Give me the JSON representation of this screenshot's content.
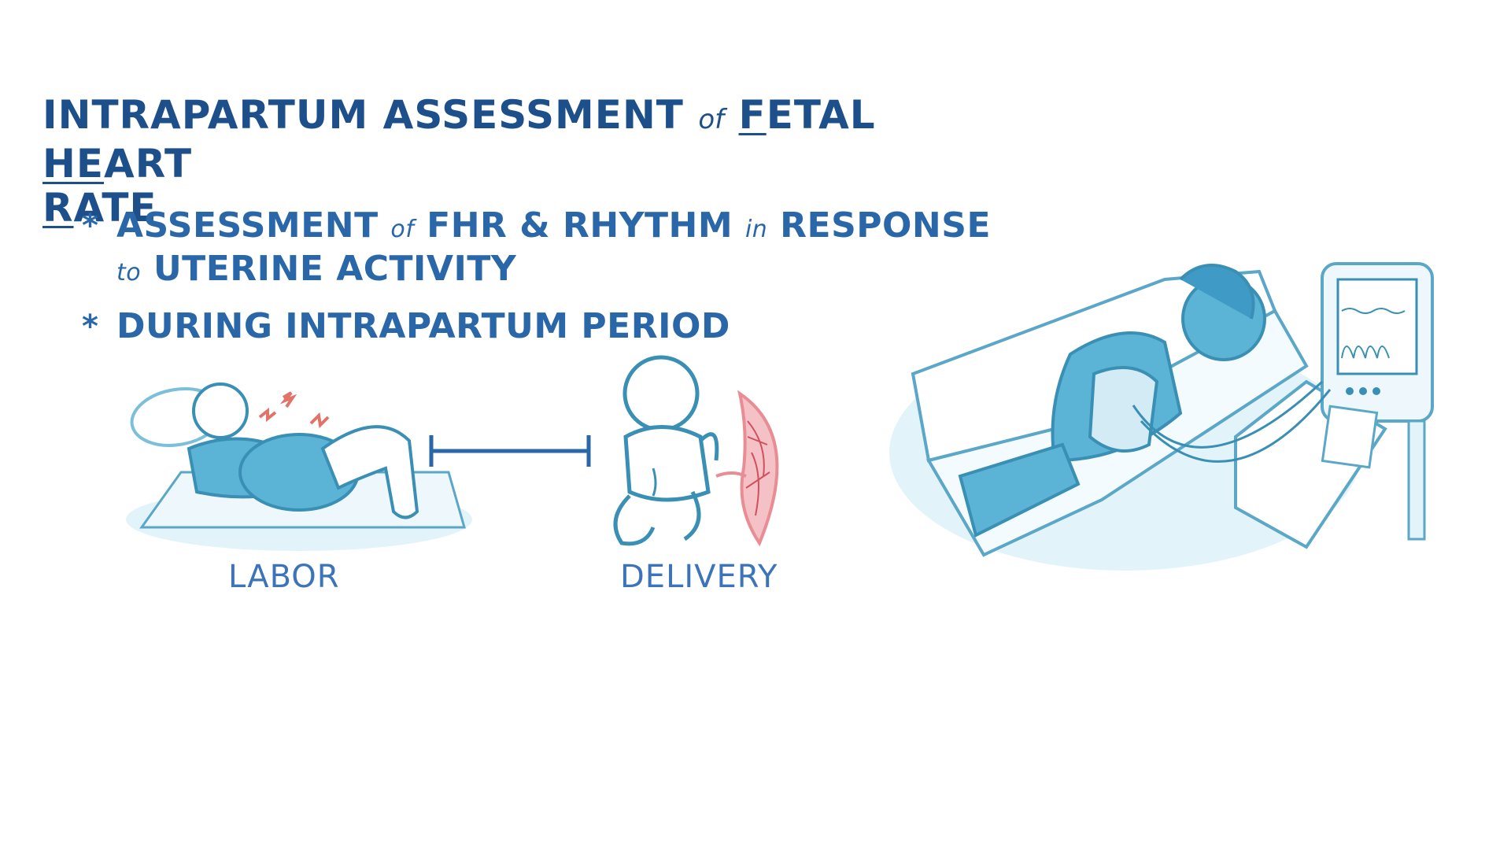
{
  "title": {
    "line1_a": "INTRAPARTUM ASSESSMENT",
    "line1_of": "of",
    "line1_f": "F",
    "line1_etal": "ETAL",
    "line1_he": "HE",
    "line1_art": "ART",
    "line2_r": "R",
    "line2_ate": "ATE"
  },
  "bullets": [
    {
      "star": "*",
      "line1_a": "ASSESSMENT",
      "line1_of": "of",
      "line1_b": "FHR & RHYTHM",
      "line1_in": "in",
      "line1_c": "RESPONSE",
      "line2_to": "to",
      "line2_b": "UTERINE ACTIVITY"
    },
    {
      "star": "*",
      "text": "DURING INTRAPARTUM PERIOD"
    }
  ],
  "captions": {
    "labor": "LABOR",
    "delivery": "DELIVERY"
  },
  "colors": {
    "title": "#1d4f8a",
    "text": "#2a67a8",
    "skin": "#5bb3d6",
    "outline": "#3a8fb4",
    "pale": "#e3f3fa",
    "pain": "#e0736a",
    "placenta": "#e98d94"
  },
  "icons": [
    "pillow-icon",
    "pain-marks-icon",
    "baby-icon",
    "placenta-icon",
    "fetal-monitor-icon",
    "hospital-bed-icon"
  ]
}
